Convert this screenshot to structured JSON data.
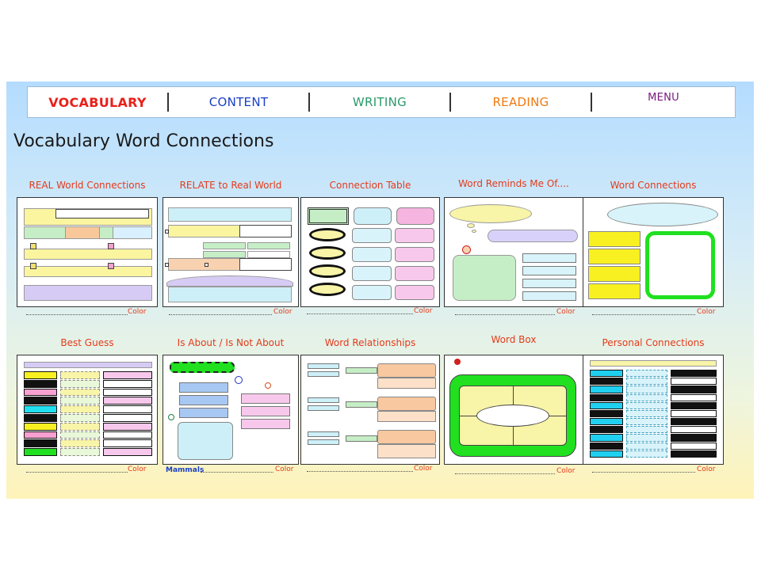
{
  "nav": {
    "tabs": [
      {
        "label": "VOCABULARY",
        "color": "#e8201a"
      },
      {
        "label": "CONTENT",
        "color": "#1a3fc4"
      },
      {
        "label": "WRITING",
        "color": "#2a9a6a"
      },
      {
        "label": "READING",
        "color": "#f07a10"
      },
      {
        "label": "MENU",
        "color": "#7a1a80"
      }
    ]
  },
  "page_title": "Vocabulary Word Connections",
  "cards_row1": [
    {
      "title": "REAL World Connections",
      "footer": "Color"
    },
    {
      "title": "RELATE to Real World",
      "footer": "Color"
    },
    {
      "title": "Connection Table",
      "footer": "Color"
    },
    {
      "title": "Word Reminds Me Of....",
      "footer": "Color"
    },
    {
      "title": "Word Connections",
      "footer": "Color"
    }
  ],
  "cards_row2": [
    {
      "title": "Best Guess",
      "footer": "Color"
    },
    {
      "title": "Is About / Is Not About",
      "footer": "Color",
      "footer_left": "Mammals"
    },
    {
      "title": "Word Relationships",
      "footer": "Color"
    },
    {
      "title": "Word Box",
      "footer": "Color"
    },
    {
      "title": "Personal Connections",
      "footer": "Color"
    }
  ]
}
